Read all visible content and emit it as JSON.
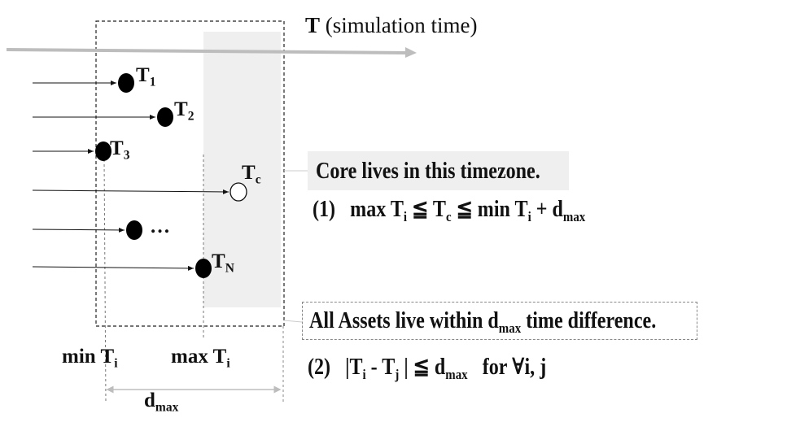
{
  "axis": {
    "symbol": "T",
    "label": "(simulation time)"
  },
  "assets": [
    {
      "name": "T",
      "sub": "1"
    },
    {
      "name": "T",
      "sub": "2"
    },
    {
      "name": "T",
      "sub": "3"
    },
    {
      "name": "T",
      "sub": "c"
    },
    {
      "name": "…",
      "sub": ""
    },
    {
      "name": "T",
      "sub": "N"
    }
  ],
  "bounds": {
    "min": {
      "prefix": "min",
      "name": "T",
      "sub": "i"
    },
    "max": {
      "prefix": "max",
      "name": "T",
      "sub": "i"
    },
    "dmax": {
      "name": "d",
      "sub": "max"
    }
  },
  "core_box": {
    "text": "Core  lives in this timezone."
  },
  "constraint1": {
    "num": "(1)",
    "a": "max T",
    "a_sub": "i",
    "op1": " ≦ T",
    "c_sub": "c",
    "op2": " ≦ min T",
    "b_sub": "i",
    "plus": " + d",
    "d_sub": "max"
  },
  "assets_box": {
    "pre": "All Assets live within d",
    "sub": "max",
    "post": " time difference."
  },
  "constraint2": {
    "num": "(2)",
    "a": "|T",
    "a_sub": "i",
    "mid": " - T",
    "b_sub": "j",
    "rel": " | ≦ d",
    "d_sub": "max",
    "tail": "   for ∀i, j"
  },
  "colors": {
    "shade": "#efefef",
    "axis": "#bdbdbd"
  }
}
